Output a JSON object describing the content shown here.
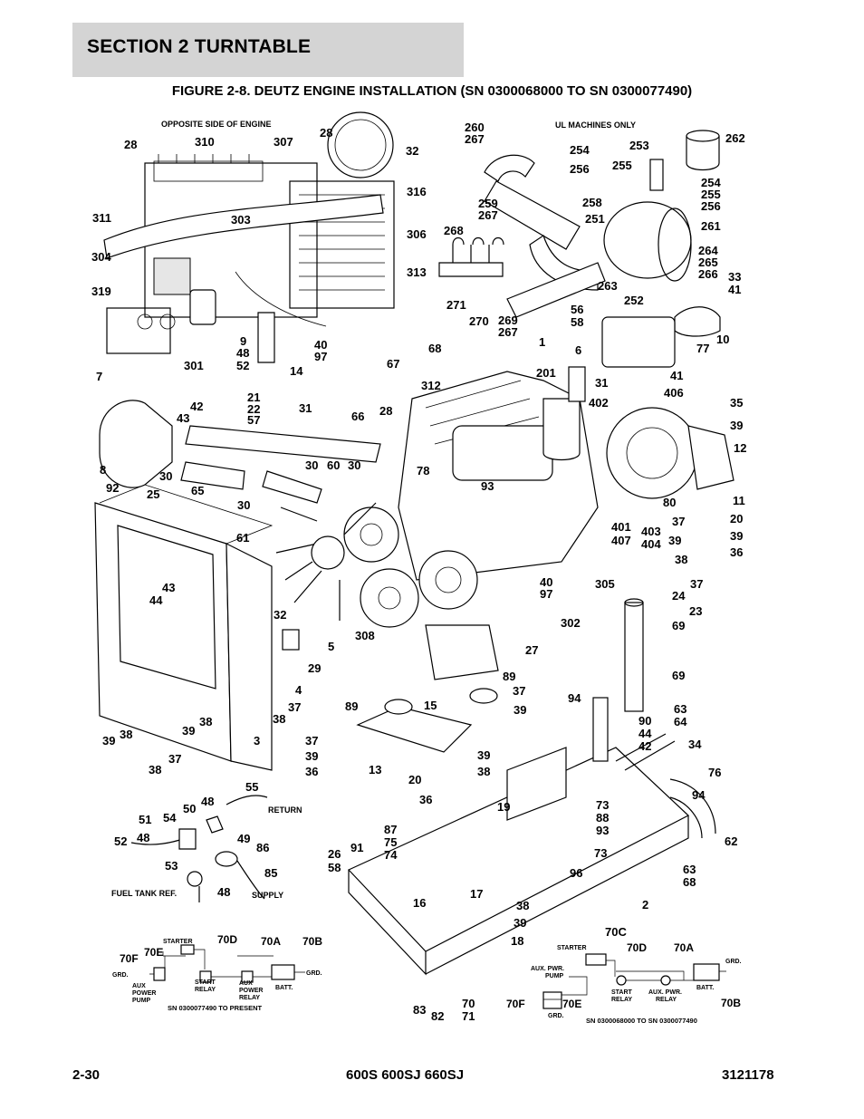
{
  "header": {
    "section": "SECTION 2   TURNTABLE",
    "figure_prefix": "FIGURE 2-8.",
    "figure_title": "DEUTZ ENGINE INSTALLATION (SN 0300068000 TO SN 0300077490)"
  },
  "notes": {
    "opposite_side": "OPPOSITE SIDE OF ENGINE",
    "ul_only": "UL MACHINES ONLY",
    "return": "RETURN",
    "supply": "SUPPLY",
    "fuel_tank": "FUEL TANK REF."
  },
  "callouts": [
    {
      "id": "c1",
      "text": "28"
    },
    {
      "id": "c2",
      "text": "310"
    },
    {
      "id": "c3",
      "text": "307"
    },
    {
      "id": "c4",
      "text": "28"
    },
    {
      "id": "c5",
      "text": "32"
    },
    {
      "id": "c6",
      "text": "316"
    },
    {
      "id": "c7",
      "text": "311"
    },
    {
      "id": "c8",
      "text": "303"
    },
    {
      "id": "c9",
      "text": "306"
    },
    {
      "id": "c10",
      "text": "304"
    },
    {
      "id": "c11",
      "text": "313"
    },
    {
      "id": "c12",
      "text": "319"
    },
    {
      "id": "c13",
      "text": "9"
    },
    {
      "id": "c14",
      "text": "48"
    },
    {
      "id": "c15",
      "text": "52"
    },
    {
      "id": "c16",
      "text": "301"
    },
    {
      "id": "c17",
      "text": "40"
    },
    {
      "id": "c18",
      "text": "97"
    },
    {
      "id": "c19",
      "text": "14"
    },
    {
      "id": "c20",
      "text": "260"
    },
    {
      "id": "c21",
      "text": "267"
    },
    {
      "id": "c22",
      "text": "254"
    },
    {
      "id": "c23",
      "text": "253"
    },
    {
      "id": "c24",
      "text": "262"
    },
    {
      "id": "c25",
      "text": "256"
    },
    {
      "id": "c26",
      "text": "255"
    },
    {
      "id": "c27",
      "text": "254"
    },
    {
      "id": "c28",
      "text": "255"
    },
    {
      "id": "c29",
      "text": "256"
    },
    {
      "id": "c30",
      "text": "259"
    },
    {
      "id": "c31",
      "text": "267"
    },
    {
      "id": "c32",
      "text": "258"
    },
    {
      "id": "c33",
      "text": "251"
    },
    {
      "id": "c34",
      "text": "261"
    },
    {
      "id": "c35",
      "text": "268"
    },
    {
      "id": "c36",
      "text": "264"
    },
    {
      "id": "c37",
      "text": "265"
    },
    {
      "id": "c38",
      "text": "266"
    },
    {
      "id": "c39",
      "text": "33"
    },
    {
      "id": "c40",
      "text": "41"
    },
    {
      "id": "c41",
      "text": "263"
    },
    {
      "id": "c42",
      "text": "252"
    },
    {
      "id": "c43",
      "text": "271"
    },
    {
      "id": "c44",
      "text": "270"
    },
    {
      "id": "c45",
      "text": "269"
    },
    {
      "id": "c46",
      "text": "267"
    },
    {
      "id": "c47",
      "text": "56"
    },
    {
      "id": "c48",
      "text": "58"
    },
    {
      "id": "c49",
      "text": "77"
    },
    {
      "id": "c50",
      "text": "10"
    },
    {
      "id": "c51",
      "text": "68"
    },
    {
      "id": "c52",
      "text": "1"
    },
    {
      "id": "c53",
      "text": "6"
    },
    {
      "id": "c54",
      "text": "67"
    },
    {
      "id": "c55",
      "text": "201"
    },
    {
      "id": "c56",
      "text": "312"
    },
    {
      "id": "c57",
      "text": "31"
    },
    {
      "id": "c58",
      "text": "41"
    },
    {
      "id": "c59",
      "text": "406"
    },
    {
      "id": "c60",
      "text": "402"
    },
    {
      "id": "c61",
      "text": "35"
    },
    {
      "id": "c62",
      "text": "7"
    },
    {
      "id": "c63",
      "text": "42"
    },
    {
      "id": "c64",
      "text": "43"
    },
    {
      "id": "c65",
      "text": "21"
    },
    {
      "id": "c66",
      "text": "22"
    },
    {
      "id": "c67",
      "text": "57"
    },
    {
      "id": "c68",
      "text": "31"
    },
    {
      "id": "c69",
      "text": "66"
    },
    {
      "id": "c70",
      "text": "28"
    },
    {
      "id": "c71",
      "text": "39"
    },
    {
      "id": "c72",
      "text": "12"
    },
    {
      "id": "c73",
      "text": "8"
    },
    {
      "id": "c74",
      "text": "30"
    },
    {
      "id": "c75",
      "text": "60"
    },
    {
      "id": "c76",
      "text": "30"
    },
    {
      "id": "c77",
      "text": "78"
    },
    {
      "id": "c78",
      "text": "30"
    },
    {
      "id": "c79",
      "text": "93"
    },
    {
      "id": "c80",
      "text": "65"
    },
    {
      "id": "c81",
      "text": "92"
    },
    {
      "id": "c82",
      "text": "25"
    },
    {
      "id": "c83",
      "text": "30"
    },
    {
      "id": "c84",
      "text": "80"
    },
    {
      "id": "c85",
      "text": "11"
    },
    {
      "id": "c86",
      "text": "37"
    },
    {
      "id": "c87",
      "text": "20"
    },
    {
      "id": "c88",
      "text": "39"
    },
    {
      "id": "c89",
      "text": "401"
    },
    {
      "id": "c90",
      "text": "407"
    },
    {
      "id": "c91",
      "text": "403"
    },
    {
      "id": "c92",
      "text": "404"
    },
    {
      "id": "c93",
      "text": "39"
    },
    {
      "id": "c94",
      "text": "36"
    },
    {
      "id": "c95",
      "text": "61"
    },
    {
      "id": "c96",
      "text": "38"
    },
    {
      "id": "c97",
      "text": "43"
    },
    {
      "id": "c98",
      "text": "44"
    },
    {
      "id": "c99",
      "text": "40"
    },
    {
      "id": "c100",
      "text": "97"
    },
    {
      "id": "c101",
      "text": "305"
    },
    {
      "id": "c102",
      "text": "37"
    },
    {
      "id": "c103",
      "text": "24"
    },
    {
      "id": "c104",
      "text": "23"
    },
    {
      "id": "c105",
      "text": "32"
    },
    {
      "id": "c106",
      "text": "302"
    },
    {
      "id": "c107",
      "text": "69"
    },
    {
      "id": "c108",
      "text": "308"
    },
    {
      "id": "c109",
      "text": "5"
    },
    {
      "id": "c110",
      "text": "27"
    },
    {
      "id": "c111",
      "text": "29"
    },
    {
      "id": "c112",
      "text": "89"
    },
    {
      "id": "c113",
      "text": "69"
    },
    {
      "id": "c114",
      "text": "4"
    },
    {
      "id": "c115",
      "text": "37"
    },
    {
      "id": "c116",
      "text": "37"
    },
    {
      "id": "c117",
      "text": "89"
    },
    {
      "id": "c118",
      "text": "15"
    },
    {
      "id": "c119",
      "text": "39"
    },
    {
      "id": "c120",
      "text": "38"
    },
    {
      "id": "c121",
      "text": "94"
    },
    {
      "id": "c122",
      "text": "63"
    },
    {
      "id": "c123",
      "text": "64"
    },
    {
      "id": "c124",
      "text": "38"
    },
    {
      "id": "c125",
      "text": "39"
    },
    {
      "id": "c126",
      "text": "38"
    },
    {
      "id": "c127",
      "text": "39"
    },
    {
      "id": "c128",
      "text": "3"
    },
    {
      "id": "c129",
      "text": "90"
    },
    {
      "id": "c130",
      "text": "44"
    },
    {
      "id": "c131",
      "text": "42"
    },
    {
      "id": "c132",
      "text": "34"
    },
    {
      "id": "c133",
      "text": "37"
    },
    {
      "id": "c134",
      "text": "37"
    },
    {
      "id": "c135",
      "text": "39"
    },
    {
      "id": "c136",
      "text": "39"
    },
    {
      "id": "c137",
      "text": "38"
    },
    {
      "id": "c138",
      "text": "36"
    },
    {
      "id": "c139",
      "text": "13"
    },
    {
      "id": "c140",
      "text": "38"
    },
    {
      "id": "c141",
      "text": "76"
    },
    {
      "id": "c142",
      "text": "55"
    },
    {
      "id": "c143",
      "text": "20"
    },
    {
      "id": "c144",
      "text": "36"
    },
    {
      "id": "c145",
      "text": "94"
    },
    {
      "id": "c146",
      "text": "19"
    },
    {
      "id": "c147",
      "text": "73"
    },
    {
      "id": "c148",
      "text": "88"
    },
    {
      "id": "c149",
      "text": "48"
    },
    {
      "id": "c150",
      "text": "50"
    },
    {
      "id": "c151",
      "text": "54"
    },
    {
      "id": "c152",
      "text": "51"
    },
    {
      "id": "c153",
      "text": "93"
    },
    {
      "id": "c154",
      "text": "48"
    },
    {
      "id": "c155",
      "text": "87"
    },
    {
      "id": "c156",
      "text": "75"
    },
    {
      "id": "c157",
      "text": "62"
    },
    {
      "id": "c158",
      "text": "52"
    },
    {
      "id": "c159",
      "text": "49"
    },
    {
      "id": "c160",
      "text": "74"
    },
    {
      "id": "c161",
      "text": "73"
    },
    {
      "id": "c162",
      "text": "86"
    },
    {
      "id": "c163",
      "text": "26"
    },
    {
      "id": "c164",
      "text": "91"
    },
    {
      "id": "c165",
      "text": "53"
    },
    {
      "id": "c166",
      "text": "58"
    },
    {
      "id": "c167",
      "text": "85"
    },
    {
      "id": "c168",
      "text": "96"
    },
    {
      "id": "c169",
      "text": "63"
    },
    {
      "id": "c170",
      "text": "68"
    },
    {
      "id": "c171",
      "text": "48"
    },
    {
      "id": "c172",
      "text": "17"
    },
    {
      "id": "c173",
      "text": "16"
    },
    {
      "id": "c174",
      "text": "38"
    },
    {
      "id": "c175",
      "text": "2"
    },
    {
      "id": "c176",
      "text": "39"
    },
    {
      "id": "c177",
      "text": "18"
    },
    {
      "id": "c178",
      "text": "70C"
    },
    {
      "id": "c179",
      "text": "83"
    },
    {
      "id": "c180",
      "text": "82"
    },
    {
      "id": "c181",
      "text": "70"
    },
    {
      "id": "c182",
      "text": "71"
    }
  ],
  "wiring_left": {
    "labels": {
      "starter": "STARTER",
      "l70d": "70D",
      "l70a": "70A",
      "l70b": "70B",
      "l70e": "70E",
      "l70f": "70F",
      "grd": "GRD.",
      "grd2": "GRD.",
      "aux1": "AUX",
      "aux2": "POWER",
      "aux3": "PUMP",
      "start1": "START",
      "start2": "RELAY",
      "apr1": "AUX",
      "apr2": "POWER",
      "apr3": "RELAY",
      "batt": "BATT."
    },
    "sn": "SN 0300077490 TO PRESENT"
  },
  "wiring_right": {
    "labels": {
      "starter": "STARTER",
      "l70d": "70D",
      "l70a": "70A",
      "l70b": "70B",
      "l70e": "70E",
      "l70f": "70F",
      "grd": "GRD.",
      "grd2": "GRD.",
      "aux1": "AUX. PWR.",
      "aux2": "PUMP",
      "start1": "START",
      "start2": "RELAY",
      "apr1": "AUX. PWR.",
      "apr2": "RELAY",
      "batt": "BATT."
    },
    "sn": "SN 0300068000 TO SN 0300077490"
  },
  "footer": {
    "page": "2-30",
    "models": "600S 600SJ 660SJ",
    "doc": "3121178"
  }
}
